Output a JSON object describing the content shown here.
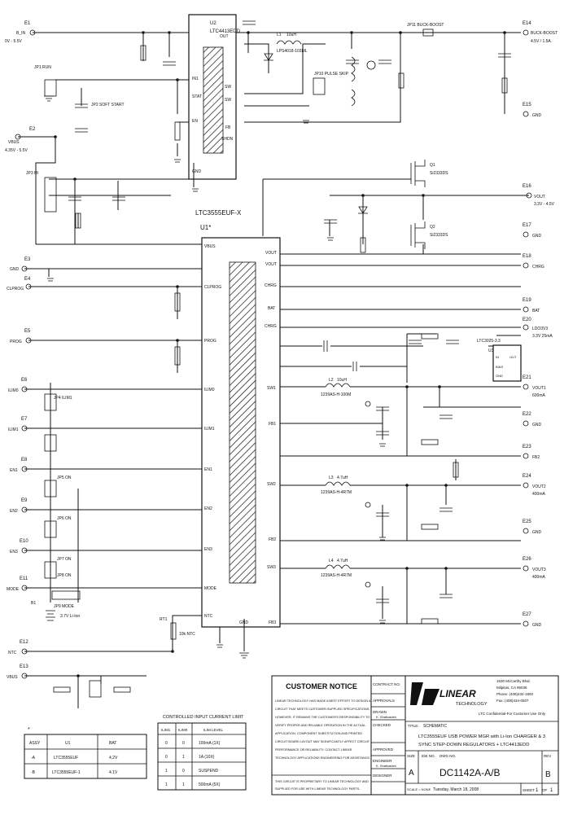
{
  "chips": {
    "u2": {
      "ref": "U2",
      "part": "LTC4413EDD",
      "pins_left": [
        "IN1",
        "STAT",
        "EN",
        "GND"
      ],
      "pins_right": [
        "OUT",
        "SW",
        "SW",
        "FB",
        "SHDN"
      ]
    },
    "u1": {
      "ref": "U1*",
      "part": "LTC3555EUF-X",
      "pins_left": [
        "VBUS",
        "CLPROG",
        "PROG",
        "ILIM0",
        "ILIM1",
        "EN1",
        "EN2",
        "EN3",
        "MODE",
        "NTC"
      ],
      "pins_right": [
        "VOUT",
        "VOUT",
        "BAT",
        "CHRG",
        "CHRG",
        "FB1",
        "SW1",
        "SW2",
        "FB2",
        "SW3",
        "FB3",
        "GND"
      ]
    }
  },
  "connectors": {
    "left": [
      {
        "ref": "E1",
        "label": "B_IN",
        "note": "0V - 5.5V"
      },
      {
        "ref": "E2",
        "label": "VBUS",
        "note": "4.35V - 5.5V"
      },
      {
        "ref": "E3",
        "label": "GND"
      },
      {
        "ref": "E4",
        "label": "CLPROG"
      },
      {
        "ref": "E5",
        "label": "PROG"
      },
      {
        "ref": "E6",
        "label": "ILIM0"
      },
      {
        "ref": "E7",
        "label": "ILIM1"
      },
      {
        "ref": "E8",
        "label": "EN1"
      },
      {
        "ref": "E9",
        "label": "EN2"
      },
      {
        "ref": "E10",
        "label": "EN3"
      },
      {
        "ref": "E11",
        "label": "MODE"
      },
      {
        "ref": "E12",
        "label": "NTC"
      },
      {
        "ref": "E13",
        "label": "VBUS"
      }
    ],
    "right": [
      {
        "ref": "E14",
        "label": "BUCK-BOOST",
        "note": "4.5V / 1.5A"
      },
      {
        "ref": "E15",
        "label": "GND"
      },
      {
        "ref": "E16",
        "label": "VOUT",
        "note": "3.3V - 4.5V"
      },
      {
        "ref": "E17",
        "label": "GND"
      },
      {
        "ref": "E18",
        "label": "CHRG"
      },
      {
        "ref": "E19",
        "label": "BAT"
      },
      {
        "ref": "E20",
        "label": "LDO3V3",
        "note": "3.3V 25mA"
      },
      {
        "ref": "E21",
        "label": "VOUT1",
        "note": "600mA"
      },
      {
        "ref": "E22",
        "label": "GND"
      },
      {
        "ref": "E23",
        "label": "FB2"
      },
      {
        "ref": "E24",
        "label": "VOUT2",
        "note": "400mA"
      },
      {
        "ref": "E25",
        "label": "GND"
      },
      {
        "ref": "E26",
        "label": "VOUT3",
        "note": "400mA"
      },
      {
        "ref": "E27",
        "label": "GND"
      }
    ]
  },
  "parts": {
    "jumpers": [
      "JP1 RUN",
      "JP2 SOFT START",
      "JP3 HI",
      "JP4 ILIM1",
      "JP5 ON",
      "JP6 ON",
      "JP7 ON",
      "JP8 ON",
      "JP9 MODE",
      "JP10 PULSE SKIP",
      "JP11 BUCK-BOOST"
    ],
    "inductors": [
      {
        "ref": "L1",
        "value": "10uH",
        "part": "LPS4018-103ML"
      },
      {
        "ref": "L2",
        "value": "10uH",
        "part": "1239AS-H-100M"
      },
      {
        "ref": "L3",
        "value": "4.7uH",
        "part": "1239AS-H-4R7M"
      },
      {
        "ref": "L4",
        "value": "4.7uH",
        "part": "1239AS-H-4R7M"
      }
    ],
    "fets": [
      {
        "ref": "Q1",
        "part": "Si2333DS"
      },
      {
        "ref": "Q2",
        "part": "Si2333DS"
      }
    ],
    "ldo": {
      "ref": "U3",
      "part": "LTC3025-3.3",
      "pins": [
        "IN",
        "OUT",
        "BIAS",
        "GND"
      ]
    },
    "battery": {
      "ref": "B1",
      "value": "3.7V Li-Ion"
    },
    "thermistor": {
      "ref": "RT1",
      "value": "10k NTC"
    }
  },
  "notice": {
    "title": "CUSTOMER NOTICE",
    "body": [
      "LINEAR TECHNOLOGY HAS MADE A BEST EFFORT TO DESIGN A",
      "CIRCUIT THAT MEETS CUSTOMER-SUPPLIED SPECIFICATIONS;",
      "HOWEVER, IT REMAINS THE CUSTOMER'S RESPONSIBILITY TO",
      "VERIFY PROPER AND RELIABLE OPERATION IN THE ACTUAL",
      "APPLICATION. COMPONENT SUBSTITUTION AND PRINTED",
      "CIRCUIT BOARD LAYOUT MAY SIGNIFICANTLY AFFECT CIRCUIT",
      "PERFORMANCE OR RELIABILITY. CONTACT LINEAR",
      "TECHNOLOGY APPLICATIONS ENGINEERING FOR ASSISTANCE."
    ],
    "footer": [
      "THIS CIRCUIT IS PROPRIETARY TO LINEAR TECHNOLOGY AND",
      "SUPPLIED FOR USE WITH LINEAR TECHNOLOGY PARTS."
    ]
  },
  "approvals": {
    "contract_no": "CONTRACT NO.",
    "approvals": "APPROVALS",
    "drawn": "DRAWN",
    "drawn_by": "K. Shafizadeh",
    "checked": "CHECKED",
    "approved": "APPROVED",
    "engineer": "ENGINEER",
    "engineer_name": "K. Shafizadeh",
    "designer": "DESIGNER"
  },
  "company": {
    "name": "LINEAR",
    "sub": "TECHNOLOGY",
    "address": [
      "1630 McCarthy Blvd.",
      "Milpitas, CA 95035",
      "Phone: (408)432-1900",
      "Fax: (408)434-0507"
    ],
    "confidential": "LTC Confidential-For Customer Use Only"
  },
  "title_block": {
    "title_label": "TITLE:",
    "title_kind": "SCHEMATIC",
    "title_lines": [
      "LTC3555EUF USB POWER MGR with Li-Ion CHARGER & 3",
      "SYNC STEP-DOWN REGULATORS + LTC4413EDD"
    ],
    "size_label": "SIZE",
    "size": "A",
    "ide_label": "IDE NO.",
    "dwg_label": "DWG NO.",
    "dwg": "DC1142A-A/B",
    "rev_label": "REV",
    "rev": "B",
    "date_label": "SCALE = NONE",
    "date": "Tuesday, March 18, 2008",
    "sheet_label": "SHEET",
    "sheet": "1",
    "of_label": "OF",
    "sheets": "1"
  },
  "assembly_table": {
    "marker": "*",
    "headers": [
      "ASSY",
      "U1",
      "BAT"
    ],
    "rows": [
      [
        "-A",
        "LTC3555EUF",
        "4.2V"
      ],
      [
        "-B",
        "LTC3555EUF-1",
        "4.1V"
      ]
    ]
  },
  "ilim_table": {
    "title": "CONTROLLED INPUT CURRENT LIMIT",
    "headers": [
      "ILIM1",
      "ILIM0",
      "ILIM LEVEL"
    ],
    "rows": [
      [
        "0",
        "0",
        "100mA (1X)"
      ],
      [
        "0",
        "1",
        "1A (10X)"
      ],
      [
        "1",
        "0",
        "SUSPEND"
      ],
      [
        "1",
        "1",
        "500mA (5X)"
      ]
    ]
  }
}
